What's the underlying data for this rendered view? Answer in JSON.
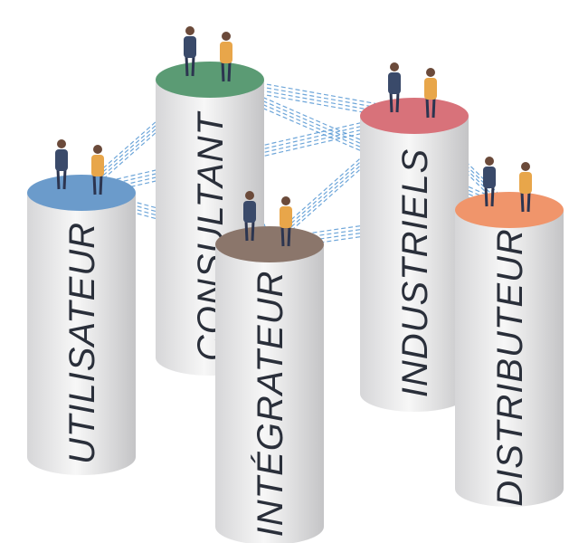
{
  "pillars": [
    {
      "id": "utilisateur",
      "label": "UTILISATEUR",
      "color": "#6b9bcb"
    },
    {
      "id": "consultant",
      "label": "CONSULTANT",
      "color": "#5b9b74"
    },
    {
      "id": "integrateur",
      "label": "INTÉGRATEUR",
      "color": "#8b766b"
    },
    {
      "id": "industriels",
      "label": "INDUSTRIELS",
      "color": "#d8727a"
    },
    {
      "id": "distributeur",
      "label": "DISTRIBUTEUR",
      "color": "#f0956b"
    }
  ],
  "link_color": "#4a90d0"
}
